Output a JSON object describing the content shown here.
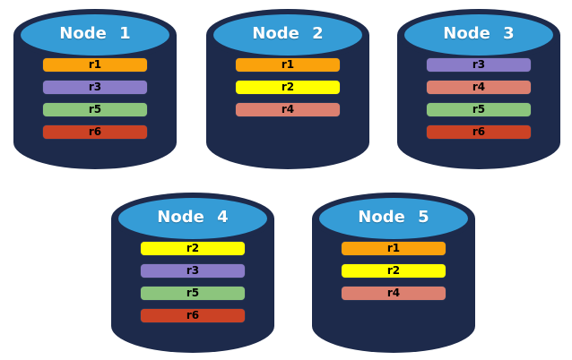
{
  "diagram": {
    "description": "Five database nodes with replica bars",
    "background": "#FFFFFF",
    "colors": {
      "cylinder_body": "#1D2A4B",
      "cylinder_top": "#359CD6",
      "node_title_text": "#FFFFFF",
      "bar_text": "#000000"
    },
    "replica_colors": {
      "r1": "#FAA20C",
      "r2": "#FFFF00",
      "r3": "#8A7CC8",
      "r4": "#DC8070",
      "r5": "#8CC57D",
      "r6": "#CB4225"
    },
    "nodes": [
      {
        "name": "Node 1",
        "bars": [
          {
            "label": "r1",
            "color": "#FAA20C"
          },
          {
            "label": "r3",
            "color": "#8A7CC8"
          },
          {
            "label": "r5",
            "color": "#8CC57D"
          },
          {
            "label": "r6",
            "color": "#CB4225"
          }
        ]
      },
      {
        "name": "Node 2",
        "bars": [
          {
            "label": "r1",
            "color": "#FAA20C"
          },
          {
            "label": "r2",
            "color": "#FFFF00"
          },
          {
            "label": "r4",
            "color": "#DC8070"
          }
        ]
      },
      {
        "name": "Node 3",
        "bars": [
          {
            "label": "r3",
            "color": "#8A7CC8"
          },
          {
            "label": "r4",
            "color": "#DC8070"
          },
          {
            "label": "r5",
            "color": "#8CC57D"
          },
          {
            "label": "r6",
            "color": "#CB4225"
          }
        ]
      },
      {
        "name": "Node 4",
        "bars": [
          {
            "label": "r2",
            "color": "#FFFF00"
          },
          {
            "label": "r3",
            "color": "#8A7CC8"
          },
          {
            "label": "r5",
            "color": "#8CC57D"
          },
          {
            "label": "r6",
            "color": "#CB4225"
          }
        ]
      },
      {
        "name": "Node 5",
        "bars": [
          {
            "label": "r1",
            "color": "#FAA20C"
          },
          {
            "label": "r2",
            "color": "#FFFF00"
          },
          {
            "label": "r4",
            "color": "#DC8070"
          }
        ]
      }
    ]
  }
}
